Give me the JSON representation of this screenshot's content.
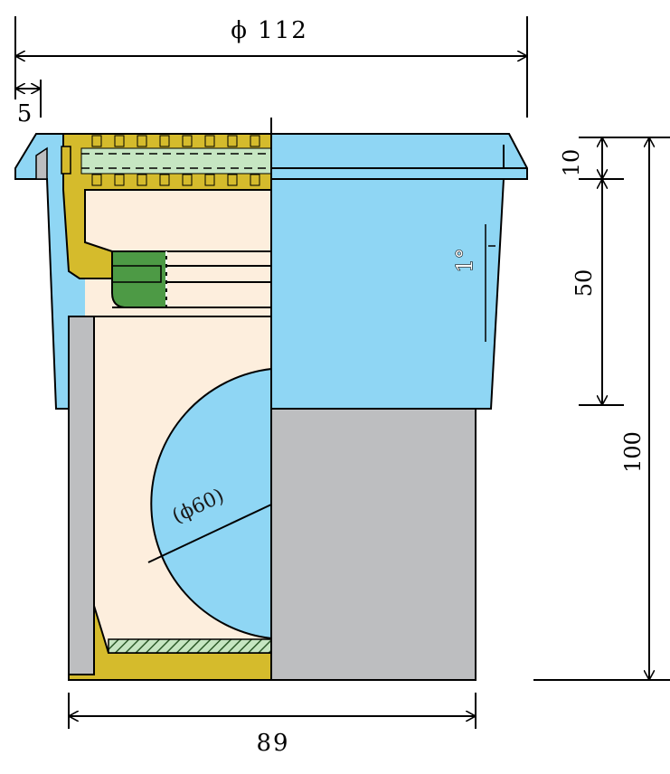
{
  "colors": {
    "blue": "#8fd6f4",
    "cream": "#fdeedd",
    "gray": "#bdbec0",
    "olive": "#d5bb2c",
    "green": "#4d9a45",
    "light_green": "#c6e6c2",
    "line": "#000000"
  },
  "dims": {
    "top_width": "ϕ 112",
    "rim": "5",
    "bottom_width": "89",
    "flange_height": "10",
    "inner_height": "50",
    "total_height": "100",
    "angle": "1°",
    "circle_dia": "(ϕ60)"
  }
}
